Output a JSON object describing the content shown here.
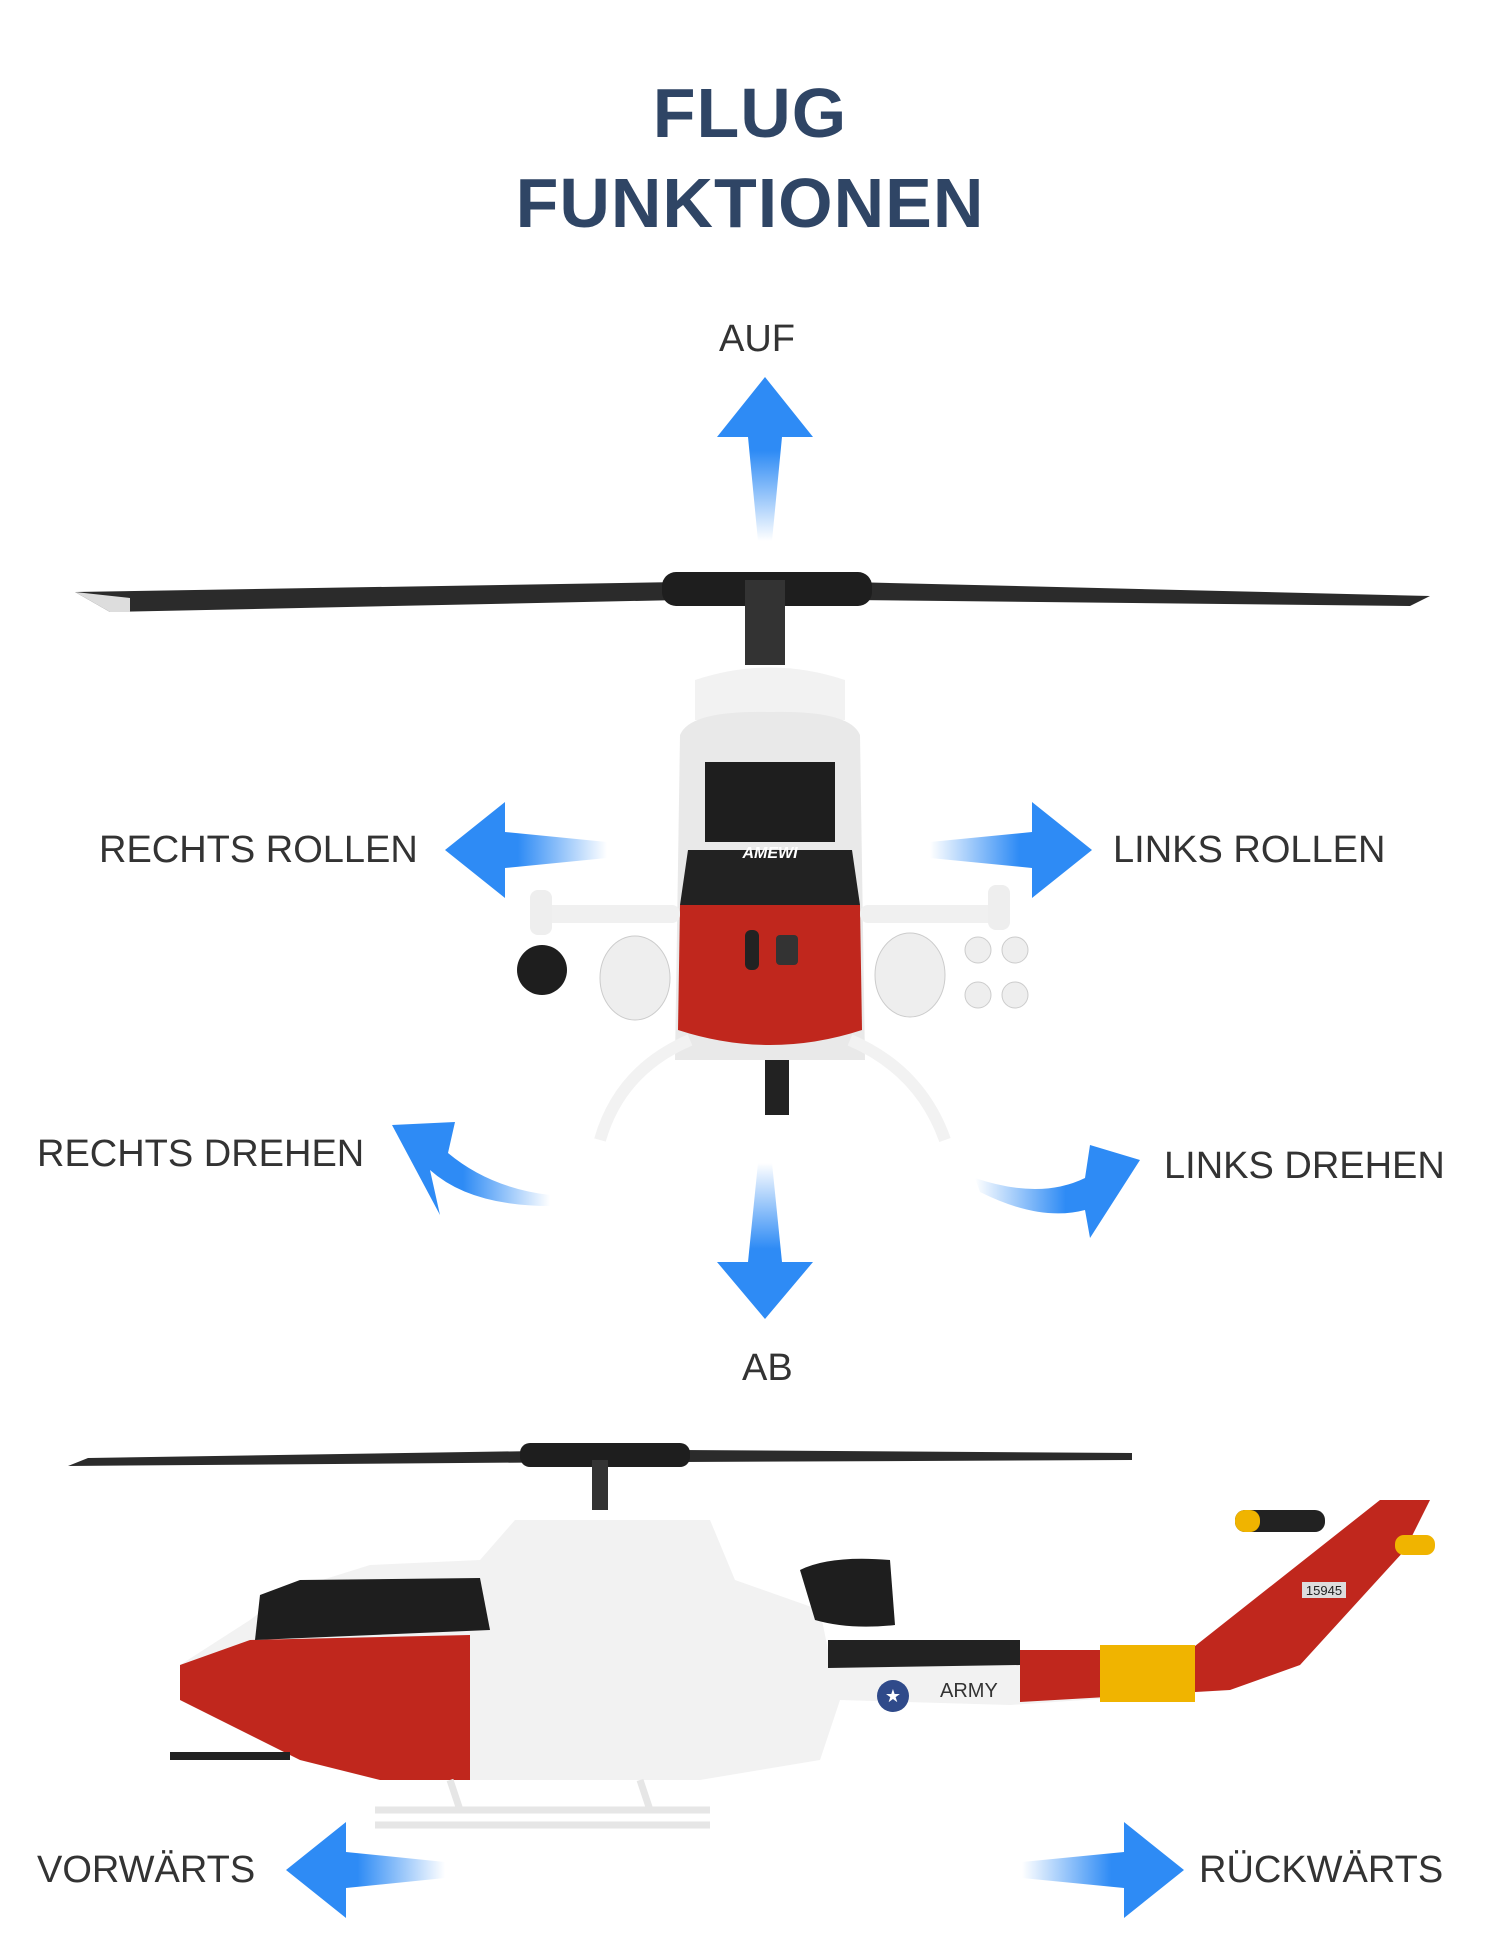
{
  "title": {
    "line1": "FLUG",
    "line2": "FUNKTIONEN"
  },
  "labels": {
    "up": "AUF",
    "down": "AB",
    "roll_right": "RECHTS ROLLEN",
    "roll_left": "LINKS ROLLEN",
    "turn_right": "RECHTS DREHEN",
    "turn_left": "LINKS DREHEN",
    "forward": "VORWÄRTS",
    "backward": "RÜCKWÄRTS"
  },
  "helicopter": {
    "front_brand": "AMEWI",
    "side_marking": "ARMY",
    "tail_number": "15945",
    "colors": {
      "red": "#c0271d",
      "white": "#f2f2f2",
      "black": "#1e1e1e",
      "yellow": "#f0b400"
    }
  },
  "colors": {
    "arrow": "#2e8bf5",
    "title": "#2f4565",
    "label": "#333333"
  }
}
